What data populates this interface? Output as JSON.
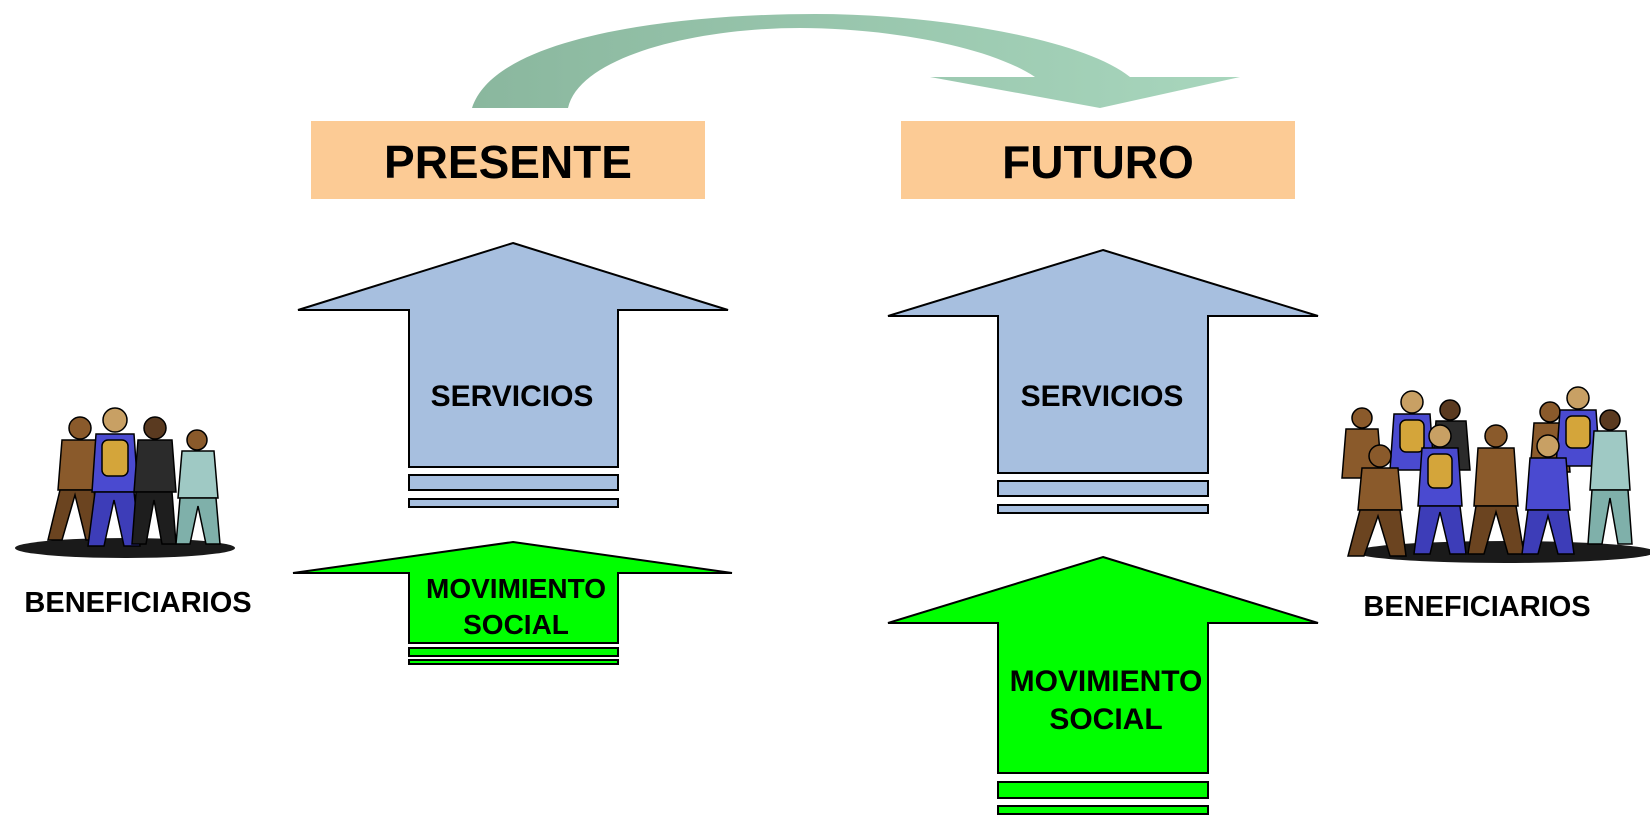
{
  "header": {
    "present": "PRESENTE",
    "future": "FUTURO"
  },
  "arrows": {
    "present_services": "SERVICIOS",
    "present_movement_line1": "MOVIMIENTO",
    "present_movement_line2": "SOCIAL",
    "future_services": "SERVICIOS",
    "future_movement_line1": "MOVIMIENTO",
    "future_movement_line2": "SOCIAL"
  },
  "groups": {
    "left": "BENEFICIARIOS",
    "right": "BENEFICIARIOS"
  },
  "colors": {
    "label_box": "#fccb95",
    "services_arrow": "#a7bfdf",
    "movement_arrow": "#00ff00",
    "transition_arrow": "#8fbea3",
    "outline": "#000000"
  },
  "icons": [
    "people-group-icon",
    "people-crowd-icon",
    "curved-arrow-icon"
  ]
}
